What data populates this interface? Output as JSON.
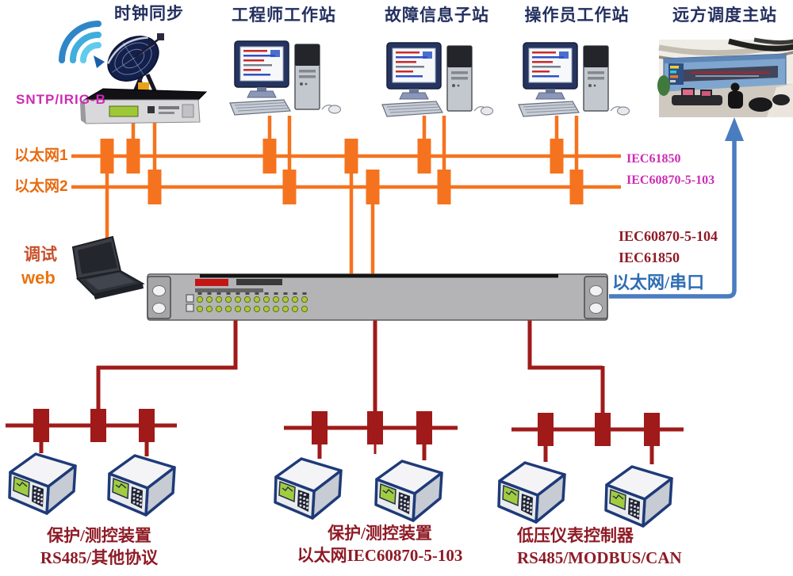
{
  "nodes": {
    "clock_sync": {
      "title": "时钟同步",
      "protocol": "SNTP/IRIG-B"
    },
    "engineer_workstation": {
      "title": "工程师工作站"
    },
    "fault_info_substation": {
      "title": "故障信息子站"
    },
    "operator_workstation": {
      "title": "操作员工作站"
    },
    "remote_dispatch_master": {
      "title": "远方调度主站"
    },
    "debug_terminal": {
      "line1": "调试",
      "line2": "web"
    }
  },
  "ethernet": {
    "line1_label": "以太网1",
    "line2_label": "以太网2"
  },
  "protocols": {
    "station_bus_line1": "IEC61850",
    "station_bus_line2": "IEC60870-5-103",
    "uplink_line1": "IEC60870-5-104",
    "uplink_line2": "IEC61850",
    "uplink_medium": "以太网/串口"
  },
  "branches": [
    {
      "device_label": "保护/测控装置",
      "protocol_label": "RS485/其他协议"
    },
    {
      "device_label": "保护/测控装置",
      "protocol_label": "以太网IEC60870-5-103"
    },
    {
      "device_label": "低压仪表控制器",
      "protocol_label": "RS485/MODBUS/CAN"
    }
  ],
  "gateway": {
    "led_rows": 2,
    "led_columns": 12
  },
  "colors": {
    "ethernet": "#F5731F",
    "ethernet_text": "#E86A10",
    "serial_bus": "#A01A1A",
    "uplink_arrow": "#4A7CC0",
    "title_navy": "#232F5E",
    "magenta_protocol": "#CC2BB4",
    "darkred_protocol": "#8E1B26",
    "uplink_medium_text": "#2E6DB4",
    "debug_cn": "#C8502A",
    "debug_web": "#E8740E",
    "led_green": "#A8CA3A"
  },
  "icons": [
    "wifi-signal-icon",
    "satellite-dish-icon",
    "time-server-icon",
    "workstation-icon",
    "control-room-photo",
    "laptop-icon",
    "gateway-rack-icon",
    "protection-device-icon"
  ]
}
